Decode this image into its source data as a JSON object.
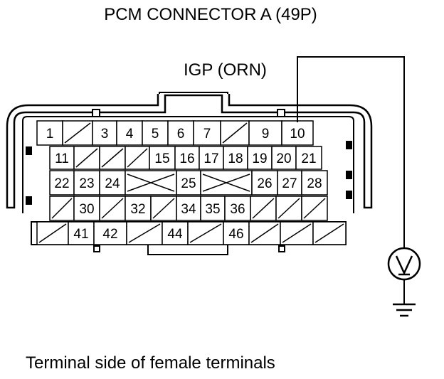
{
  "title": "PCM CONNECTOR A (49P)",
  "signal_label": "IGP (ORN)",
  "caption": "Terminal side of female terminals",
  "meter_icon": "voltmeter-icon",
  "ground_icon": "ground-icon",
  "rows": [
    [
      "1",
      "",
      "3",
      "4",
      "5",
      "6",
      "7",
      "",
      "9",
      "10"
    ],
    [
      "11",
      "",
      "",
      "",
      "15",
      "16",
      "17",
      "18",
      "19",
      "20",
      "21"
    ],
    [
      "22",
      "23",
      "24",
      "X",
      "25",
      "X",
      "26",
      "27",
      "28"
    ],
    [
      "",
      "30",
      "",
      "32",
      "",
      "34",
      "35",
      "36",
      "",
      "",
      ""
    ],
    [
      "",
      "41",
      "42",
      "",
      "44",
      "",
      "46",
      "",
      "",
      ""
    ]
  ]
}
